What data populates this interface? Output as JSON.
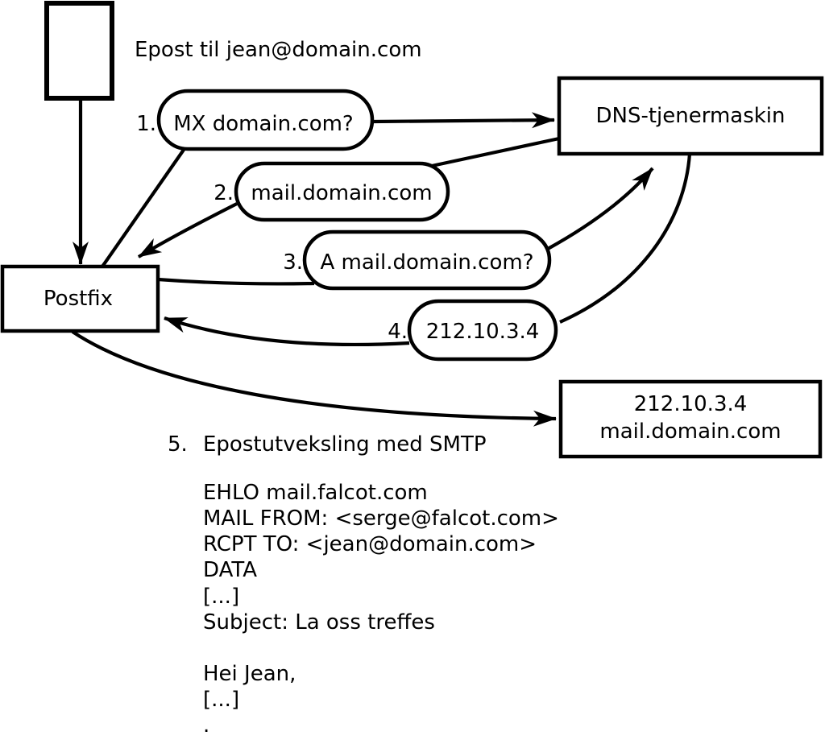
{
  "title": "Epost til jean@domain.com",
  "nodes": {
    "postfix": "Postfix",
    "dns_server": "DNS-tjenermaskin",
    "mail_server": {
      "line1": "212.10.3.4",
      "line2": "mail.domain.com"
    }
  },
  "steps": [
    {
      "num": "1.",
      "label": "MX domain.com?"
    },
    {
      "num": "2.",
      "label": "mail.domain.com"
    },
    {
      "num": "3.",
      "label": "A mail.domain.com?"
    },
    {
      "num": "4.",
      "label": "212.10.3.4"
    },
    {
      "num": "5.",
      "label": "Epostutveksling med SMTP"
    }
  ],
  "smtp_session": [
    "EHLO mail.falcot.com",
    "MAIL FROM: <serge@falcot.com>",
    "RCPT TO: <jean@domain.com>",
    "DATA",
    "[...]",
    "Subject: La oss treffes",
    "",
    "Hei Jean,",
    "[...]",
    "."
  ],
  "colors": {
    "ink": "#000000",
    "background": "#ffffff"
  }
}
